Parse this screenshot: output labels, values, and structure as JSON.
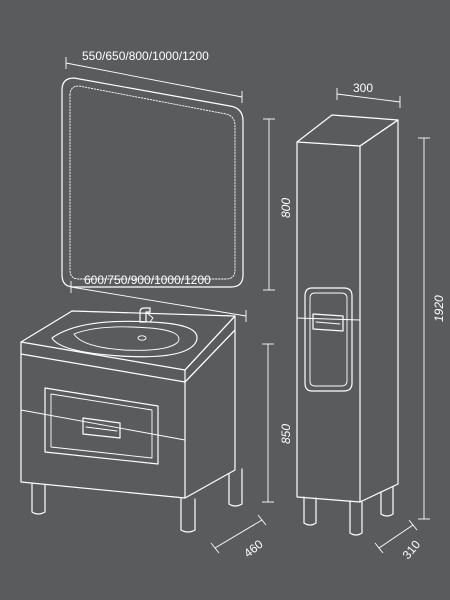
{
  "dimensions": {
    "mirror_width": "550/650/800/1000/1200",
    "mirror_height": "800",
    "vanity_width": "600/750/900/1000/1200",
    "vanity_height": "850",
    "vanity_depth": "460",
    "cabinet_width": "300",
    "cabinet_height": "1920",
    "cabinet_depth": "310"
  }
}
